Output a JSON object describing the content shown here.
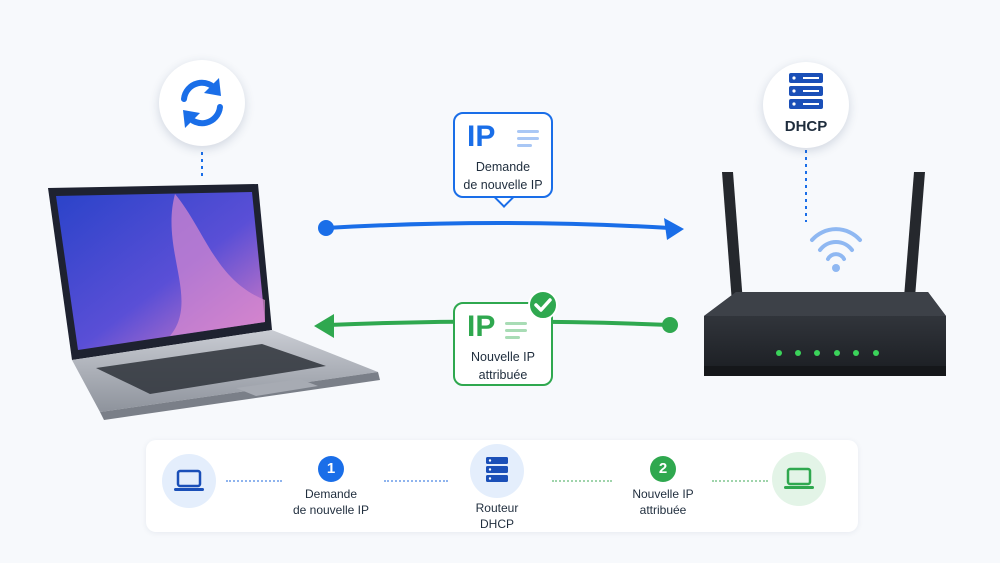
{
  "request_card": {
    "big": "IP",
    "line1": "Demande",
    "line2": "de nouvelle IP"
  },
  "response_card": {
    "big": "IP",
    "line1": "Nouvelle IP",
    "line2": "attribuée"
  },
  "server_bubble": {
    "label": "DHCP"
  },
  "steps": {
    "step1": {
      "number": "1",
      "line1": "Demande",
      "line2": "de nouvelle IP"
    },
    "router": {
      "line1": "Routeur",
      "line2": "DHCP"
    },
    "step2": {
      "number": "2",
      "line1": "Nouvelle IP",
      "line2": "attribuée"
    }
  },
  "colors": {
    "blue": "#1a6ee8",
    "green": "#2fa84f",
    "router_body": "#2a2d33",
    "led": "#3bd35a"
  },
  "icons": [
    "refresh-icon",
    "server-icon",
    "wifi-icon",
    "checkmark-icon",
    "laptop-icon",
    "router-icon"
  ]
}
